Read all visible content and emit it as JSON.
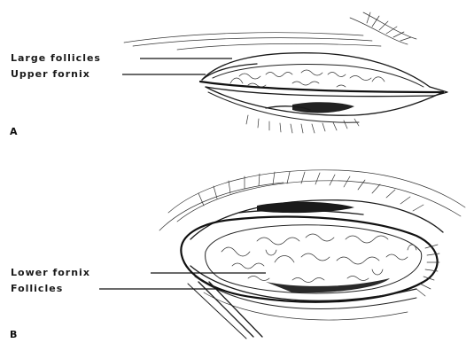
{
  "panels": [
    {
      "letter": "A",
      "labels": [
        "Large follicles",
        "Upper fornix"
      ]
    },
    {
      "letter": "B",
      "labels": [
        "Lower fornix",
        "Follicles"
      ]
    }
  ]
}
